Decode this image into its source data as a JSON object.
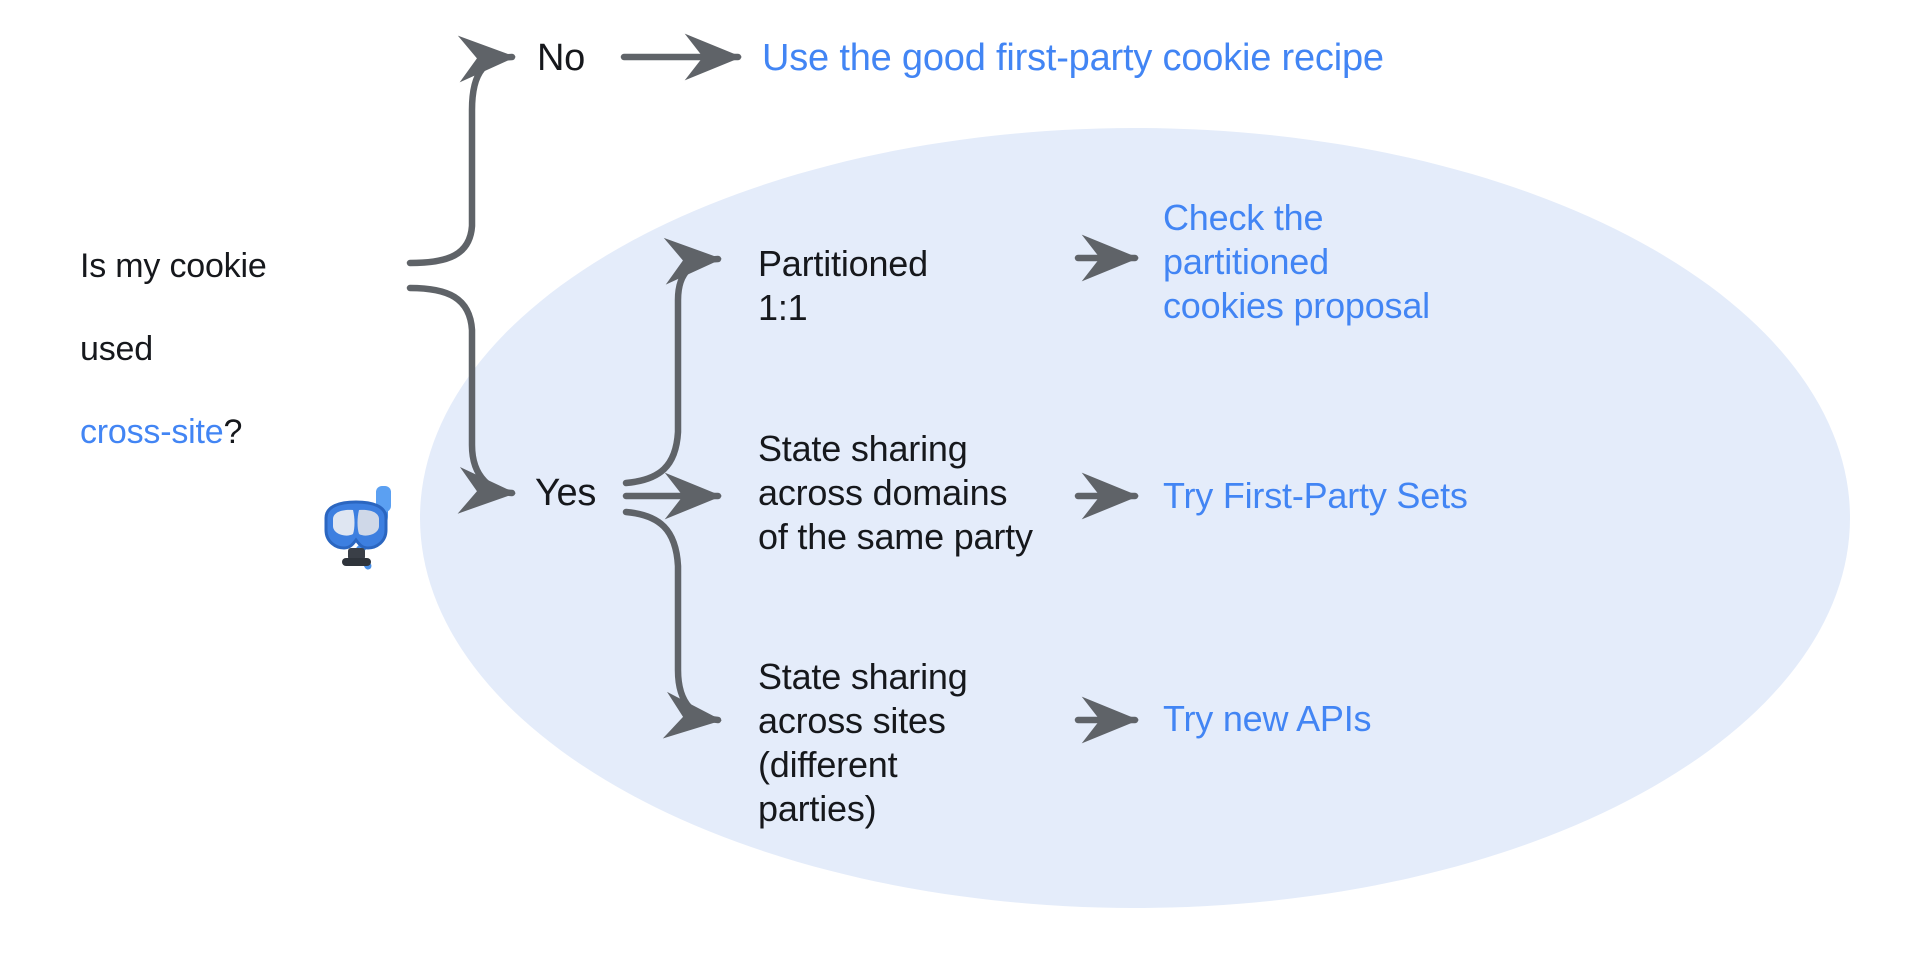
{
  "diagram": {
    "title_question": {
      "line1": "Is my cookie",
      "line2": "used ",
      "highlight": "cross-site",
      "suffix": "?"
    },
    "decision_labels": {
      "no": "No",
      "yes": "Yes"
    },
    "branches": [
      {
        "id": "no-branch",
        "label": "No",
        "outcome_link": "Use the good first-party cookie recipe"
      },
      {
        "id": "partitioned",
        "label": "Partitioned\n1:1",
        "outcome_link": "Check the\npartitioned\ncookies proposal"
      },
      {
        "id": "state-sharing-domains",
        "label": "State sharing\nacross domains\nof the same party",
        "outcome_link": "Try First-Party Sets"
      },
      {
        "id": "state-sharing-sites",
        "label": "State sharing\nacross sites\n(different\nparties)",
        "outcome_link": "Try new APIs"
      }
    ],
    "decorations": {
      "emoji_name": "diving-mask-snorkel-emoji",
      "emoji_glyph": "🤿"
    },
    "colors": {
      "link_blue": "#4285f4",
      "text_black": "#16181c",
      "ellipse_fill": "#e4ecfa",
      "arrow_gray": "#5f6368",
      "background": "#ffffff"
    }
  }
}
